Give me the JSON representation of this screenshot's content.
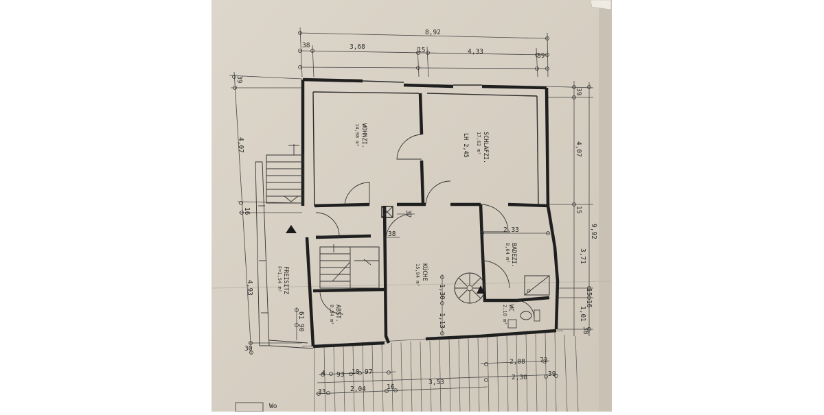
{
  "rooms": {
    "wohnzi_name": "WOHNZI.",
    "wohnzi_area": "14,98 m²",
    "schlafzi_name": "SCHLAFZI.",
    "schlafzi_area": "17,62 m²",
    "schlafzi_height": "LH 2,45",
    "badezi_name": "BADEZI.",
    "badezi_area": "8,64 m²",
    "kueche_name": "KÜCHE",
    "kueche_area": "15,94 m²",
    "abst_name": "ABST.",
    "abst_area": "0,84 m²",
    "wc_name": "WC",
    "wc_area": "2,10 m²",
    "freisitz_name": "FREISITZ",
    "freisitz_area": "F=1,54 m²"
  },
  "dimensions": {
    "top_total": "8,92",
    "top_38": "38",
    "top_368": "3,68",
    "top_15": "15",
    "top_433": "4,33",
    "top_39": "39",
    "left_39": "39",
    "left_407": "4,07",
    "left_16": "16",
    "left_493": "4,93",
    "left_30": "30",
    "right_39": "39",
    "right_407": "4,07",
    "right_15": "15",
    "right_992": "9,92",
    "right_371": "3,71",
    "right_1516": "15 16",
    "right_101": "1,01",
    "right_38": "38",
    "inner_233": "2,33",
    "inner_37": "37",
    "inner_38": "38",
    "inner_130": "1,30",
    "inner_113": "1,13",
    "inner_61": "61",
    "inner_90": "90",
    "bot_4": "4",
    "bot_93": "93",
    "bot_10": "10",
    "bot_97": "97",
    "bot_208": "2,08",
    "bot_72": "72",
    "bot_353": "3,53",
    "bot_230": "2,30",
    "bot_39": "39",
    "bot_33": "33",
    "bot_204": "2,04",
    "bot_16": "16",
    "bot_wo": "Wo"
  },
  "colors": {
    "paper": "#d8d1c4",
    "ink": "#1f1f1f"
  }
}
